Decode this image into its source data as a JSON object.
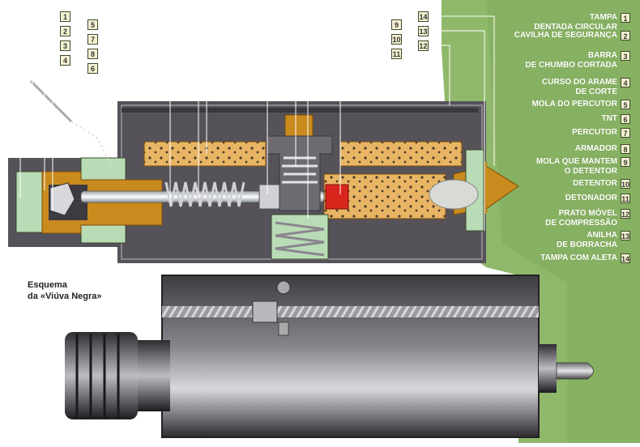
{
  "diagram": {
    "caption": "Esquema\nda «Viúva Negra»",
    "legend": [
      {
        "num": "1",
        "label": "TAMPA\nDENTADA CIRCULAR"
      },
      {
        "num": "2",
        "label": "CAVILHA DE SEGURANÇA"
      },
      {
        "num": "3",
        "label": "BARRA\nDE CHUMBO CORTADA"
      },
      {
        "num": "4",
        "label": "CURSO DO ARAME\nDE CORTE"
      },
      {
        "num": "5",
        "label": "MOLA DO PERCUTOR"
      },
      {
        "num": "6",
        "label": "TNT"
      },
      {
        "num": "7",
        "label": "PERCUTOR"
      },
      {
        "num": "8",
        "label": "ARMADOR"
      },
      {
        "num": "9",
        "label": "MOLA QUE MANTEM\nO DETENTOR"
      },
      {
        "num": "10",
        "label": "DETENTOR"
      },
      {
        "num": "11",
        "label": "DETONADOR"
      },
      {
        "num": "12",
        "label": "PRATO MÓVEL\nDE COMPRESSÃO"
      },
      {
        "num": "13",
        "label": "ANILHA\nDE BORRACHA"
      },
      {
        "num": "14",
        "label": "TAMPA COM ALETA"
      }
    ],
    "callouts": [
      "1",
      "2",
      "3",
      "4",
      "5",
      "7",
      "8",
      "6",
      "9",
      "10",
      "11",
      "14",
      "13",
      "12"
    ],
    "colors": {
      "background_green": "#8fb86a",
      "body_dark": "#56525a",
      "body_mid": "#7a767e",
      "explosive_fill": "#e8b564",
      "brass": "#c98a1e",
      "spring_silver": "#cfd1d4",
      "detonator_red": "#d8261c",
      "cap_green": "#b9dcb6",
      "callout_box": "#f4f1d2"
    }
  }
}
